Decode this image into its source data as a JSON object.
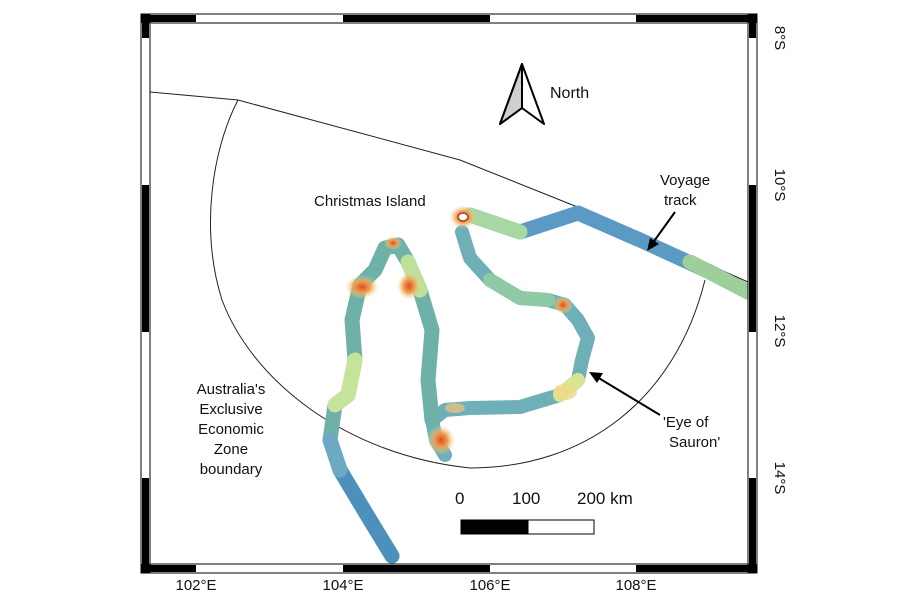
{
  "map": {
    "north_label": "North",
    "labels": {
      "christmas_island": "Christmas Island",
      "voyage_track": [
        "Voyage",
        "track"
      ],
      "eye_of_sauron": [
        "'Eye of",
        "Sauron'"
      ],
      "eez_boundary": [
        "Australia's",
        "Exclusive",
        "Economic",
        "Zone",
        "boundary"
      ]
    },
    "longitude_ticks": [
      "102°E",
      "104°E",
      "106°E",
      "108°E"
    ],
    "latitude_ticks": [
      "8°S",
      "10°S",
      "12°S",
      "14°S"
    ],
    "scale_bar": {
      "labels": [
        "0",
        "100",
        "200 km"
      ]
    },
    "colors": {
      "deep": "#4a8fc0",
      "mid": "#8fc7a8",
      "shallow_mid": "#d8e594",
      "shallow": "#f2d27a",
      "peak": "#e8743a",
      "summit": "#c8402a",
      "frame": "#000000",
      "boundary": "#222222"
    }
  }
}
